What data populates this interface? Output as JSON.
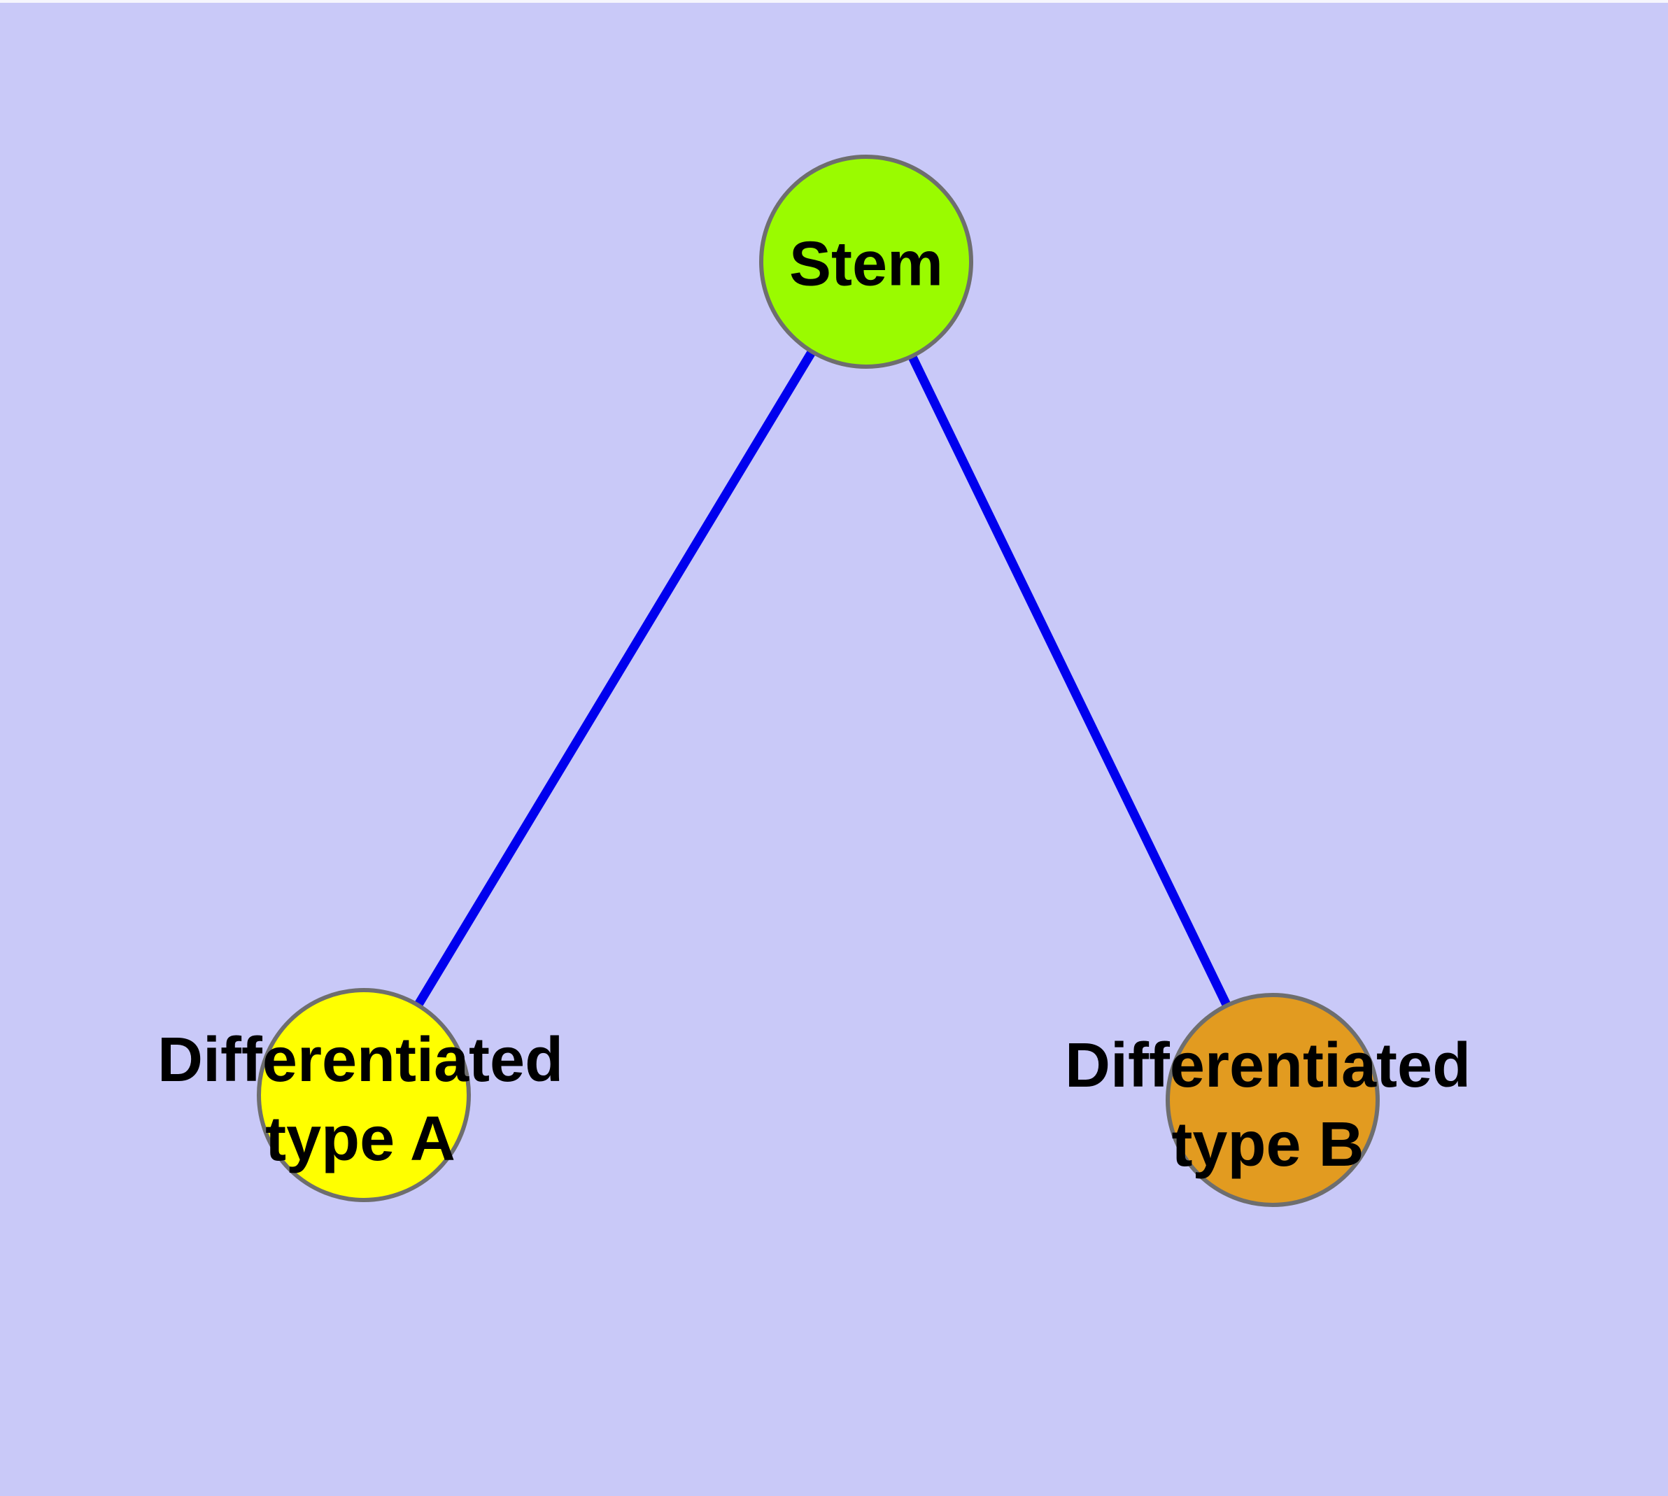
{
  "diagram": {
    "description": "Cell differentiation tree graph",
    "colors": {
      "background": "#c9c9f8",
      "top_edge_strip": "#f6f6fd",
      "edge": "#0000ee",
      "node_border": "#6e6e6e",
      "label_text": "#000000"
    },
    "nodes": {
      "stem": {
        "label": "Stem",
        "fill": "#9afb00"
      },
      "type_a": {
        "line1": "Differentiated",
        "line2": "type A",
        "fill": "#ffff00"
      },
      "type_b": {
        "line1": "Differentiated",
        "line2": "type B",
        "fill": "#e29b20"
      }
    },
    "edges": [
      {
        "from": "Stem",
        "to": "Differentiated type A"
      },
      {
        "from": "Stem",
        "to": "Differentiated type B"
      }
    ]
  }
}
